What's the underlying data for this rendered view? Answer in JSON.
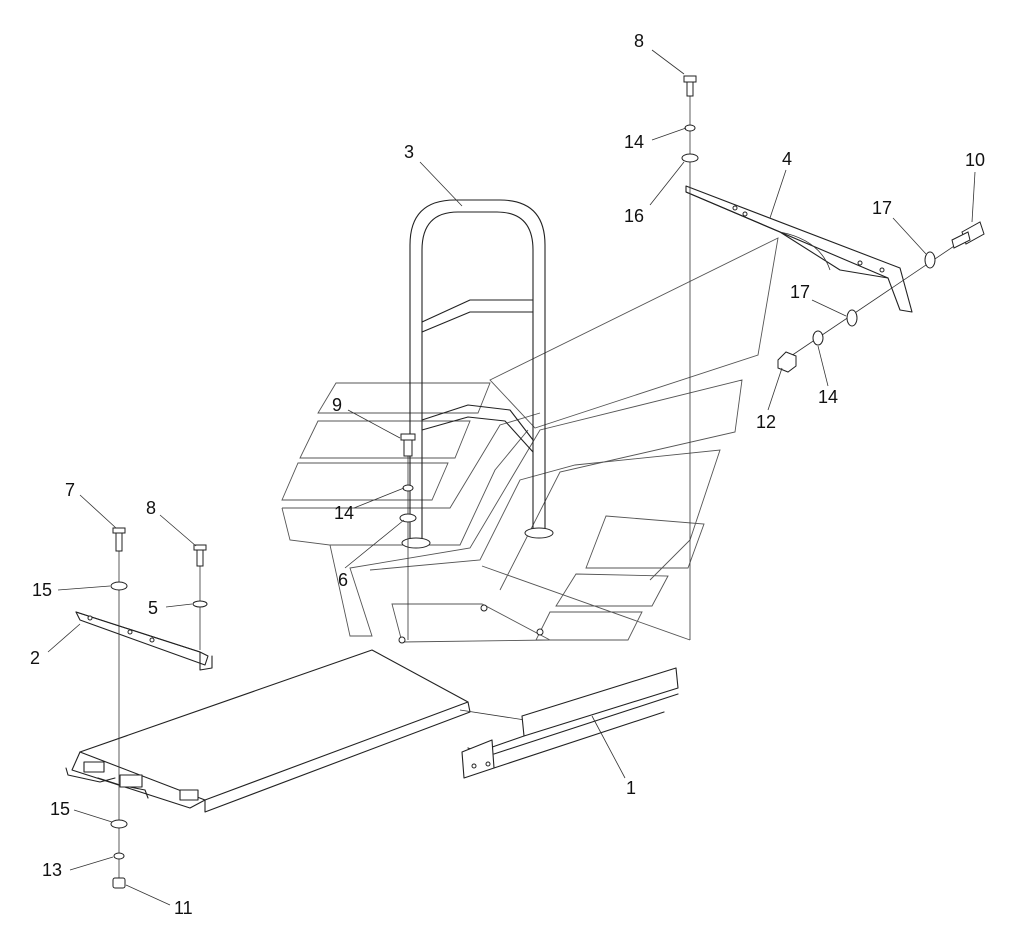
{
  "callouts": {
    "c1": "1",
    "c2": "2",
    "c3": "3",
    "c4": "4",
    "c5": "5",
    "c6": "6",
    "c7": "7",
    "c8_top": "8",
    "c8_left": "8",
    "c9": "9",
    "c10": "10",
    "c11": "11",
    "c12": "12",
    "c13": "13",
    "c14_top": "14",
    "c14_mid": "14",
    "c14_right": "14",
    "c15_upper": "15",
    "c15_lower": "15",
    "c16": "16",
    "c17_upper": "17",
    "c17_lower": "17"
  }
}
